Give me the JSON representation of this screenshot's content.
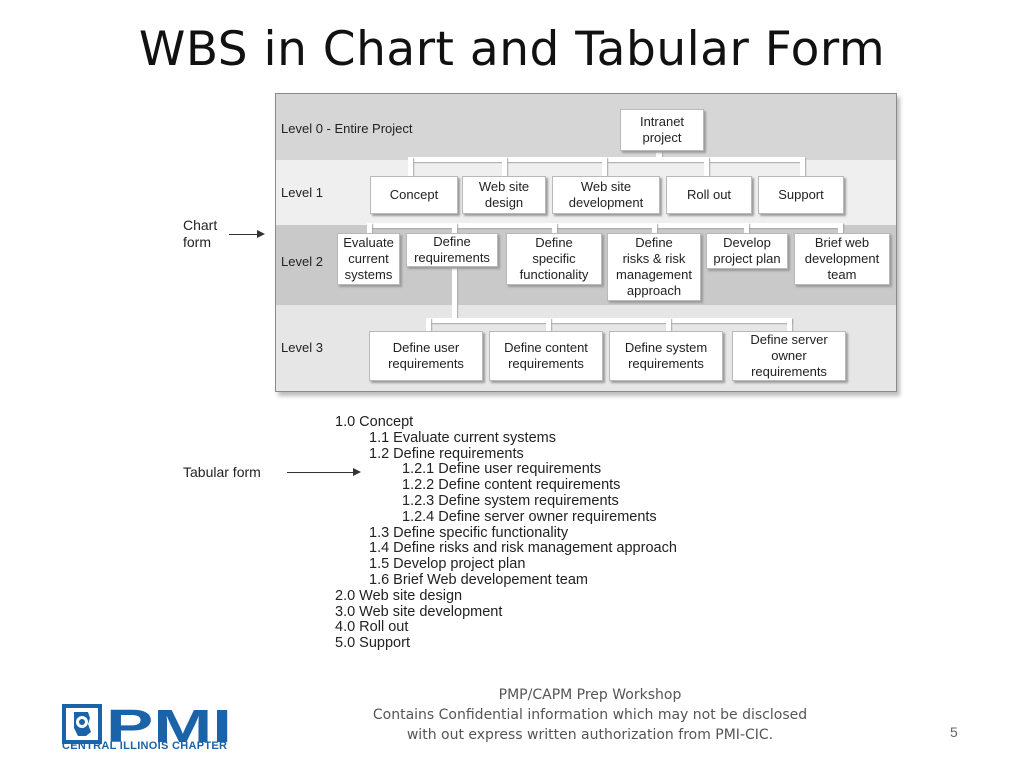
{
  "slide": {
    "title": "WBS in Chart and Tabular Form",
    "page_number": "5"
  },
  "chart": {
    "levels": [
      "Level 0 - Entire Project",
      "Level 1",
      "Level 2",
      "Level 3"
    ],
    "level0": "Intranet\nproject",
    "level1": [
      "Concept",
      "Web site\ndesign",
      "Web site\ndevelopment",
      "Roll out",
      "Support"
    ],
    "level2": [
      "Evaluate\ncurrent\nsystems",
      "Define\nrequirements",
      "Define\nspecific\nfunctionality",
      "Define\nrisks & risk\nmanagement\napproach",
      "Develop\nproject plan",
      "Brief web\ndevelopment\nteam"
    ],
    "level3": [
      "Define user\nrequirements",
      "Define content\nrequirements",
      "Define system\nrequirements",
      "Define server\nowner\nrequirements"
    ]
  },
  "labels": {
    "chart_form": "Chart\nform",
    "tabular_form": "Tabular form"
  },
  "tabular": [
    {
      "text": "1.0 Concept",
      "level": 0
    },
    {
      "text": "1.1 Evaluate current systems",
      "level": 1
    },
    {
      "text": "1.2 Define requirements",
      "level": 1
    },
    {
      "text": "1.2.1 Define user requirements",
      "level": 2
    },
    {
      "text": "1.2.2 Define content requirements",
      "level": 2
    },
    {
      "text": "1.2.3 Define system requirements",
      "level": 2
    },
    {
      "text": "1.2.4 Define server owner requirements",
      "level": 2
    },
    {
      "text": "1.3 Define specific functionality",
      "level": 1
    },
    {
      "text": "1.4 Define risks and risk management approach",
      "level": 1
    },
    {
      "text": "1.5 Develop project plan",
      "level": 1
    },
    {
      "text": "1.6 Brief Web developement team",
      "level": 1
    },
    {
      "text": "2.0 Web site design",
      "level": 0
    },
    {
      "text": "3.0 Web site development",
      "level": 0
    },
    {
      "text": "4.0 Roll out",
      "level": 0
    },
    {
      "text": "5.0 Support",
      "level": 0
    }
  ],
  "footer": {
    "line1": "PMP/CAPM Prep Workshop",
    "line2": "Contains Confidential information which may not be disclosed",
    "line3": "with out express written authorization from PMI-CIC."
  },
  "logo": {
    "text": "PMI",
    "chapter": "CENTRAL ILLINOIS CHAPTER",
    "color": "#1a63a8"
  }
}
